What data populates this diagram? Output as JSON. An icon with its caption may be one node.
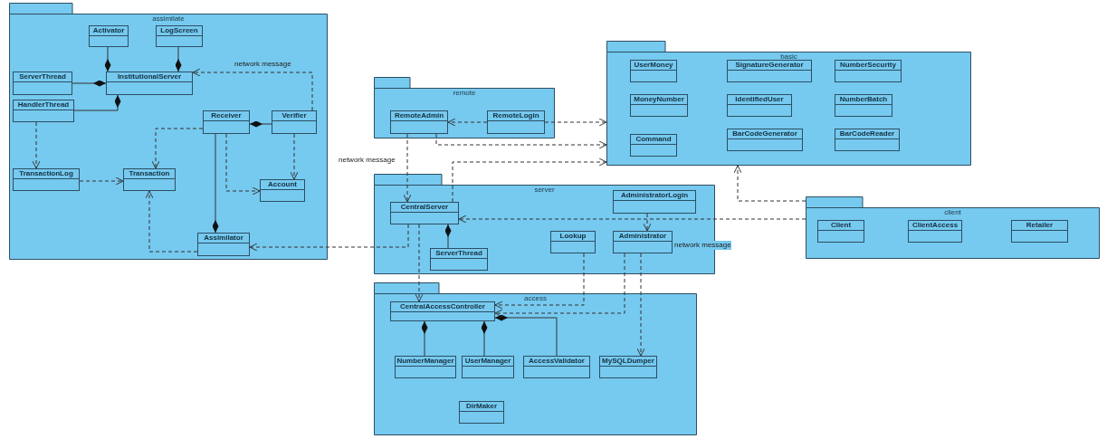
{
  "diagram": {
    "nodes": [
      {
        "text": [
          "assimilate"
        ]
      },
      {
        "text": [
          "Activator"
        ],
        "in": 0
      },
      {
        "text": [
          "LogScreen"
        ],
        "in": 0
      },
      {
        "text": [
          "ServerThread"
        ],
        "in": 0
      },
      {
        "text": [
          "InstitutionalServer"
        ],
        "in": 0
      },
      {
        "text": [
          "HandlerThread"
        ],
        "in": 0
      },
      {
        "text": [
          "Receiver"
        ],
        "in": 0
      },
      {
        "text": [
          "Verifier"
        ],
        "in": 0
      },
      {
        "text": [
          "TransactionLog"
        ],
        "in": 0
      },
      {
        "text": [
          "Transaction"
        ],
        "in": 0
      },
      {
        "text": [
          "Account"
        ],
        "in": 0
      },
      {
        "text": [
          "Assimilator"
        ],
        "in": 0
      },
      {
        "text": [
          "remote"
        ]
      },
      {
        "text": [
          "RemoteAdmin"
        ],
        "in": 12
      },
      {
        "text": [
          "RemoteLogin"
        ],
        "in": 12
      },
      {
        "text": [
          "basic"
        ]
      },
      {
        "text": [
          "UserMoney"
        ],
        "in": 15
      },
      {
        "text": [
          "SignatureGenerator"
        ],
        "in": 15
      },
      {
        "text": [
          "NumberSecurity"
        ],
        "in": 15
      },
      {
        "text": [
          "MoneyNumber"
        ],
        "in": 15
      },
      {
        "text": [
          "IdentifiedUser"
        ],
        "in": 15
      },
      {
        "text": [
          "NumberBatch"
        ],
        "in": 15
      },
      {
        "text": [
          "Command"
        ],
        "in": 15
      },
      {
        "text": [
          "BarCodeGenerator"
        ],
        "in": 15
      },
      {
        "text": [
          "BarCodeReader"
        ],
        "in": 15
      },
      {
        "text": [
          "server"
        ]
      },
      {
        "text": [
          "CentralServer"
        ],
        "in": 25
      },
      {
        "text": [
          "AdministratorLogin"
        ],
        "in": 25
      },
      {
        "text": [
          "Lookup"
        ],
        "in": 25
      },
      {
        "text": [
          "Administrator"
        ],
        "in": 25,
        "beside": [
          "network message"
        ]
      },
      {
        "text": [
          "ServerThread"
        ],
        "in": 25
      },
      {
        "text": [
          "client"
        ]
      },
      {
        "text": [
          "Client"
        ],
        "in": 31
      },
      {
        "text": [
          "ClientAccess"
        ],
        "in": 31
      },
      {
        "text": [
          "Retailer"
        ],
        "in": 31
      },
      {
        "text": [
          "access"
        ]
      },
      {
        "text": [
          "CentralAccessController"
        ],
        "in": 35
      },
      {
        "text": [
          "NumberManager"
        ],
        "in": 35
      },
      {
        "text": [
          "UserManager"
        ],
        "in": 35
      },
      {
        "text": [
          "AccessValidator"
        ],
        "in": 35
      },
      {
        "text": [
          "MySQLDumper"
        ],
        "in": 35
      },
      {
        "text": [
          "DirMaker"
        ],
        "in": 35
      }
    ],
    "edges": [
      {
        "from": 1,
        "to": 4,
        "arrow": "other"
      },
      {
        "from": 2,
        "to": 4,
        "arrow": "other"
      },
      {
        "from": 3,
        "to": 4,
        "arrow": "other"
      },
      {
        "from": 5,
        "to": 4,
        "arrow": "other"
      },
      {
        "from": 7,
        "to": 4,
        "arrow": "to",
        "style": "dashed",
        "label": "network message"
      },
      {
        "from": 7,
        "to": 6,
        "arrow": "other"
      },
      {
        "from": 5,
        "to": 8,
        "arrow": "to",
        "style": "dashed"
      },
      {
        "from": 8,
        "to": 9,
        "arrow": "to",
        "style": "dashed"
      },
      {
        "from": 6,
        "to": 9,
        "arrow": "to",
        "style": "dashed"
      },
      {
        "from": 6,
        "to": 10,
        "arrow": "to",
        "style": "dashed"
      },
      {
        "from": 7,
        "to": 10,
        "arrow": "to",
        "style": "dashed"
      },
      {
        "from": 6,
        "to": 11,
        "arrow": "other"
      },
      {
        "from": 11,
        "to": 9,
        "arrow": "to",
        "style": "dashed"
      },
      {
        "from": 26,
        "to": 11,
        "arrow": "to",
        "style": "dashed"
      },
      {
        "from": 14,
        "to": 13,
        "arrow": "to",
        "style": "dashed"
      },
      {
        "from": 14,
        "to": 15,
        "arrow": "to",
        "style": "dashed"
      },
      {
        "from": 13,
        "to": 15,
        "arrow": "to",
        "style": "dashed"
      },
      {
        "from": 13,
        "to": 26,
        "arrow": "to",
        "style": "dashed",
        "label": "network message"
      },
      {
        "from": 26,
        "to": 15,
        "arrow": "to",
        "style": "dashed"
      },
      {
        "from": 30,
        "to": 26,
        "arrow": "other"
      },
      {
        "from": 27,
        "to": 29,
        "arrow": "to",
        "style": "dashed"
      },
      {
        "from": 31,
        "to": 26,
        "arrow": "to",
        "style": "dashed"
      },
      {
        "from": 31,
        "to": 15,
        "arrow": "to",
        "style": "dashed"
      },
      {
        "from": 26,
        "to": 36,
        "arrow": "to",
        "style": "dashed"
      },
      {
        "from": 37,
        "to": 36,
        "arrow": "other"
      },
      {
        "from": 38,
        "to": 36,
        "arrow": "other"
      },
      {
        "from": 39,
        "to": 36,
        "arrow": "other"
      },
      {
        "from": 28,
        "to": 36,
        "arrow": "to",
        "style": "dashed"
      },
      {
        "from": 29,
        "to": 36,
        "arrow": "to",
        "style": "dashed"
      },
      {
        "from": 29,
        "to": 40,
        "arrow": "to",
        "style": "dashed"
      }
    ]
  }
}
